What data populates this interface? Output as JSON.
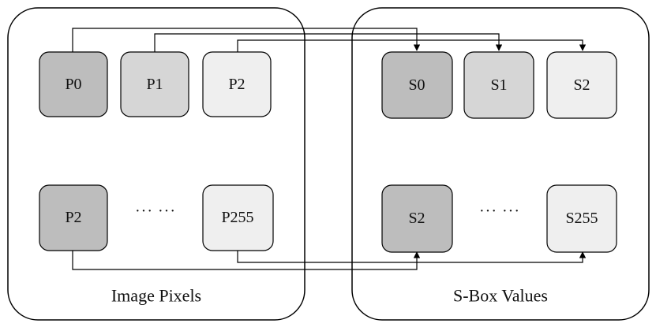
{
  "groups": {
    "image_pixels": {
      "caption": "Image Pixels",
      "cells": [
        {
          "label": "P0",
          "fill": "#bdbdbd"
        },
        {
          "label": "P1",
          "fill": "#d6d6d6"
        },
        {
          "label": "P2",
          "fill": "#efefef"
        },
        {
          "label": "P2",
          "fill": "#bdbdbd"
        },
        {
          "label": "P255",
          "fill": "#efefef"
        }
      ],
      "ellipsis": "··· ···"
    },
    "sbox_values": {
      "caption": "S-Box Values",
      "cells": [
        {
          "label": "S0",
          "fill": "#bdbdbd"
        },
        {
          "label": "S1",
          "fill": "#d6d6d6"
        },
        {
          "label": "S2",
          "fill": "#efefef"
        },
        {
          "label": "S2",
          "fill": "#bdbdbd"
        },
        {
          "label": "S255",
          "fill": "#efefef"
        }
      ],
      "ellipsis": "··· ···"
    }
  },
  "connections": [
    {
      "from": "P0",
      "to": "S0"
    },
    {
      "from": "P1",
      "to": "S1"
    },
    {
      "from": "P2",
      "to": "S2"
    },
    {
      "from": "P2",
      "to": "S2"
    },
    {
      "from": "P255",
      "to": "S255"
    }
  ]
}
